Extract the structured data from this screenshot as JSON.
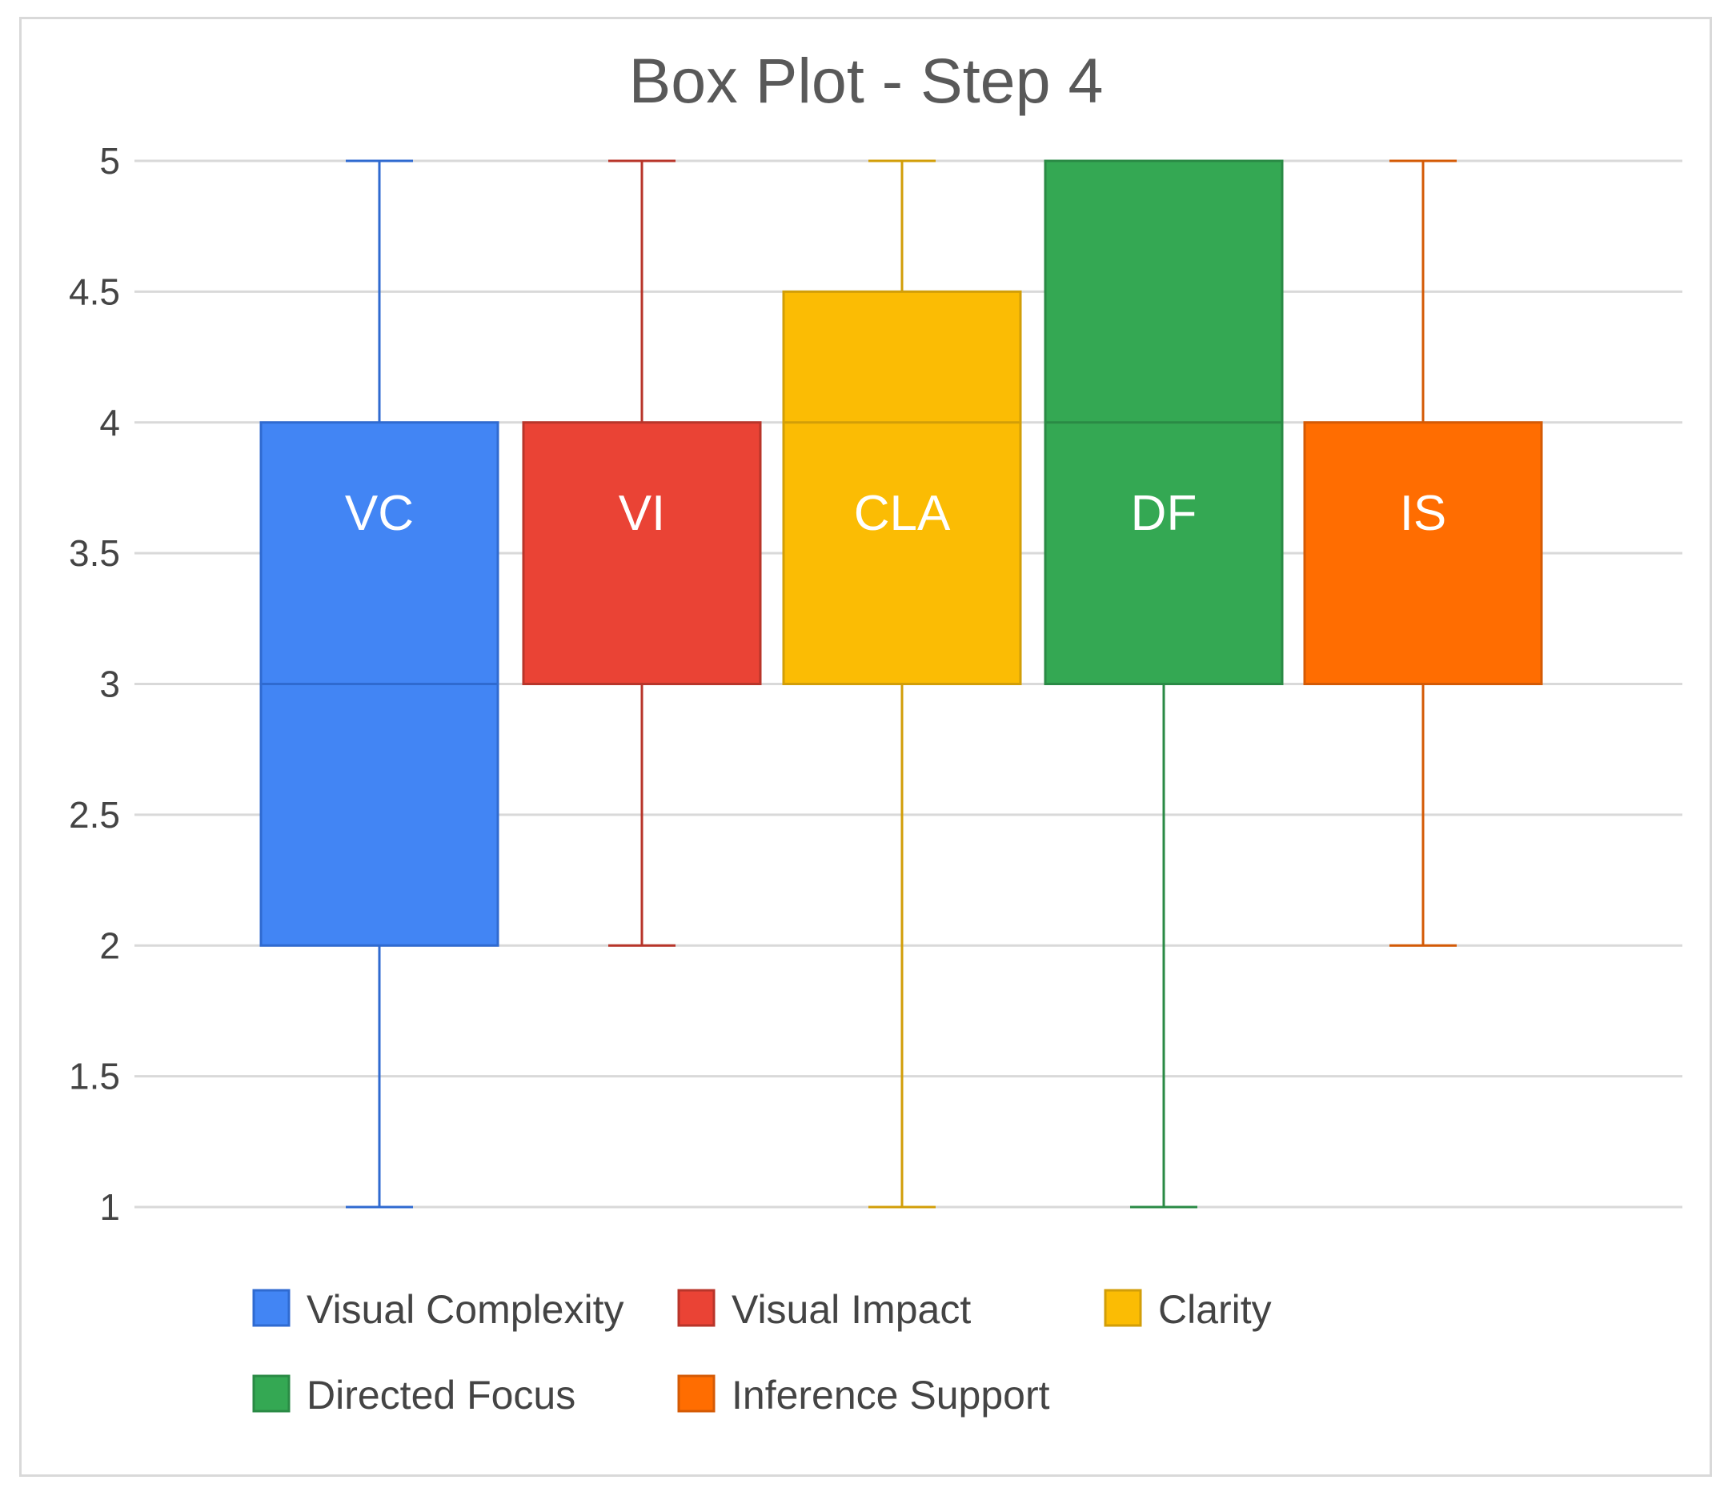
{
  "chart_data": {
    "type": "box",
    "title": "Box Plot - Step 4",
    "ylim": [
      1,
      5
    ],
    "yticks": [
      "1",
      "1.5",
      "2",
      "2.5",
      "3",
      "3.5",
      "4",
      "4.5",
      "5"
    ],
    "grid": true,
    "legend_position": "bottom",
    "series": [
      {
        "name": "Visual Complexity",
        "label": "VC",
        "min": 1,
        "q1": 2,
        "median": 3,
        "q3": 4,
        "max": 5,
        "color": "#4285f4",
        "stroke": "#2f6ad0"
      },
      {
        "name": "Visual Impact",
        "label": "VI",
        "min": 2,
        "q1": 3,
        "median": 3,
        "q3": 4,
        "max": 5,
        "color": "#ea4335",
        "stroke": "#b8352a"
      },
      {
        "name": "Clarity",
        "label": "CLA",
        "min": 1,
        "q1": 3,
        "median": 4,
        "q3": 4.5,
        "max": 5,
        "color": "#fbbc04",
        "stroke": "#d29e08"
      },
      {
        "name": "Directed Focus",
        "label": "DF",
        "min": 1,
        "q1": 3,
        "median": 4,
        "q3": 5,
        "max": 5,
        "color": "#34a853",
        "stroke": "#2a8a45"
      },
      {
        "name": "Inference Support",
        "label": "IS",
        "min": 2,
        "q1": 3,
        "median": 3,
        "q3": 4,
        "max": 5,
        "color": "#ff6d01",
        "stroke": "#d45a05"
      }
    ]
  }
}
